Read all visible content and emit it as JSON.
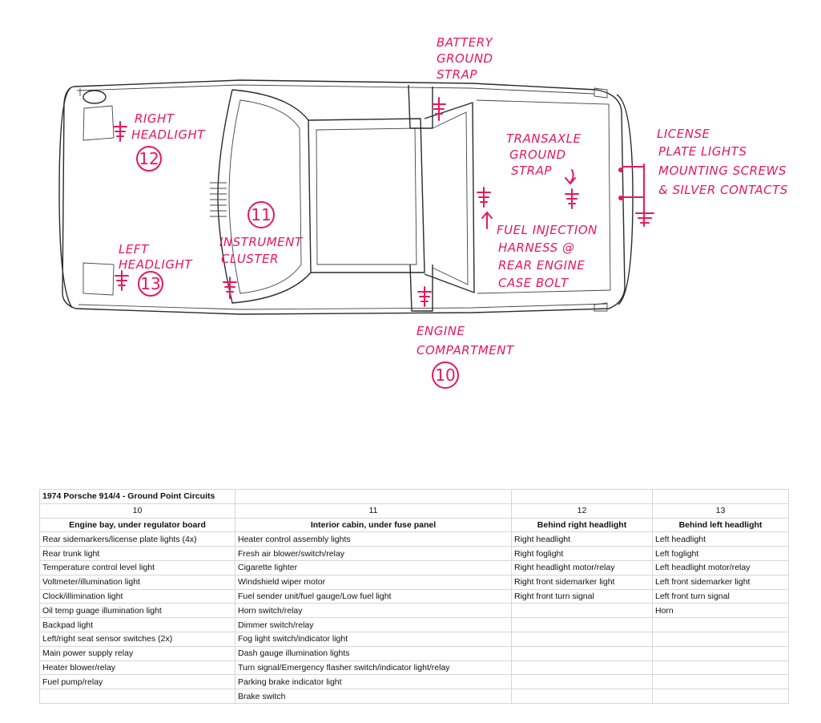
{
  "diagram": {
    "labels": {
      "battery_ground_strap": [
        "BATTERY",
        "GROUND",
        "STRAP"
      ],
      "right_headlight": [
        "RIGHT",
        "HEADLIGHT"
      ],
      "right_headlight_num": "12",
      "left_headlight": [
        "LEFT",
        "HEADLIGHT"
      ],
      "left_headlight_num": "13",
      "instrument_cluster": [
        "INSTRUMENT",
        "CLUSTER"
      ],
      "instrument_cluster_num": "11",
      "transaxle_ground_strap": [
        "TRANSAXLE",
        "GROUND",
        "STRAP"
      ],
      "fuel_injection": [
        "FUEL INJECTION",
        "HARNESS @",
        "REAR ENGINE",
        "CASE BOLT"
      ],
      "license_plate": [
        "LICENSE",
        "PLATE LIGHTS",
        "MOUNTING SCREWS",
        "& SILVER CONTACTS"
      ],
      "engine_compartment": [
        "ENGINE",
        "COMPARTMENT"
      ],
      "engine_compartment_num": "10"
    },
    "ink_color": "#e8175d"
  },
  "table": {
    "title": "1974 Porsche 914/4 - Ground Point Circuits",
    "numbers": [
      "10",
      "11",
      "12",
      "13"
    ],
    "headers": [
      "Engine bay, under regulator board",
      "Interior cabin, under fuse panel",
      "Behind right headlight",
      "Behind left headlight"
    ],
    "rows": [
      [
        "Rear sidemarkers/license plate lights (4x)",
        "Heater control assembly lights",
        "Right headlight",
        "Left headlight"
      ],
      [
        "Rear trunk light",
        "Fresh air blower/switch/relay",
        "Right foglight",
        "Left foglight"
      ],
      [
        "Temperature control level light",
        "Cigarette lighter",
        "Right headlight motor/relay",
        "Left headlight motor/relay"
      ],
      [
        "Voltmeter/illumination light",
        "Windshield wiper motor",
        "Right front sidemarker light",
        "Left front sidemarker light"
      ],
      [
        "Clock/illimination light",
        "Fuel sender unit/fuel gauge/Low fuel light",
        "Right front turn signal",
        "Left front turn signal"
      ],
      [
        "Oil temp guage illumination light",
        "Horn switch/relay",
        "",
        "Horn"
      ],
      [
        "Backpad light",
        "Dimmer switch/relay",
        "",
        ""
      ],
      [
        "Left/right seat sensor switches (2x)",
        "Fog light switch/indicator light",
        "",
        ""
      ],
      [
        "Main power supply relay",
        "Dash gauge illumination lights",
        "",
        ""
      ],
      [
        "Heater blower/relay",
        "Turn signal/Emergency flasher switch/indicator light/relay",
        "",
        ""
      ],
      [
        "Fuel pump/relay",
        "Parking brake indicator light",
        "",
        ""
      ],
      [
        "",
        "Brake switch",
        "",
        ""
      ]
    ]
  }
}
